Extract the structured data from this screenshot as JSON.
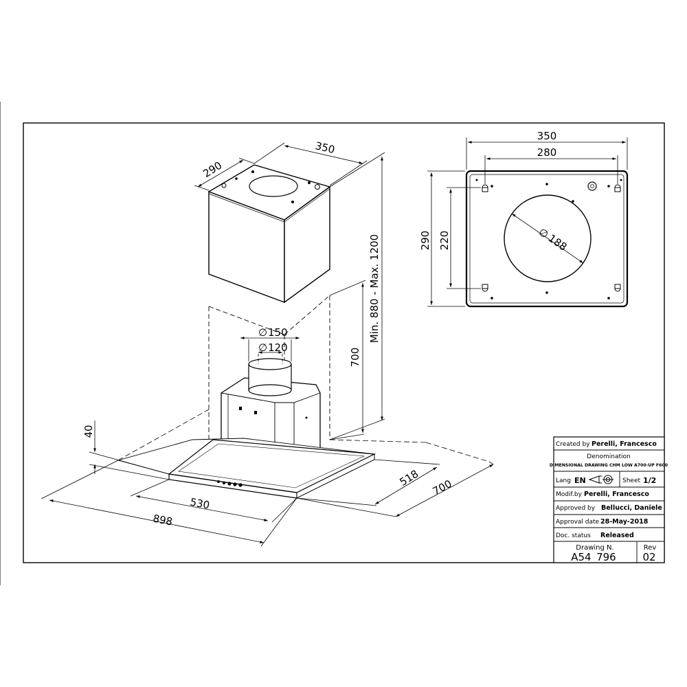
{
  "dimensions": {
    "top_width": "350",
    "top_depth": "290",
    "height_range": "Min. 880  -  Max. 1200",
    "chimney_lower": "700",
    "duct_outer": "150",
    "duct_inner": "120",
    "glass_thickness": "40",
    "glass_width": "898",
    "canopy_width": "530",
    "canopy_depth": "518",
    "glass_depth": "700"
  },
  "plate": {
    "width": "350",
    "hole_spacing_x": "280",
    "height": "290",
    "hole_spacing_y": "220",
    "circle_diameter": "188"
  },
  "diameter_symbol": "∅",
  "title_block": {
    "created_by_label": "Created by",
    "created_by_value": "Perelli, Francesco",
    "denomination_label": "Denomination",
    "denomination_value": "DIMENSIONAL DRAWING CHM LOW A700-UP F600",
    "lang_label": "Lang",
    "lang_value": "EN",
    "sheet_label": "Sheet",
    "sheet_value": "1/2",
    "modif_label": "Modif.by",
    "modif_value": "Perelli, Francesco",
    "approved_label": "Approved by",
    "approved_value": "Bellucci, Daniele",
    "approval_date_label": "Approval date",
    "approval_date_value": "28-May-2018",
    "status_label": "Doc. status",
    "status_value": "Released",
    "drawing_no_label": "Drawing N.",
    "drawing_no_value": "A54_796",
    "rev_label": "Rev",
    "rev_value": "02"
  }
}
